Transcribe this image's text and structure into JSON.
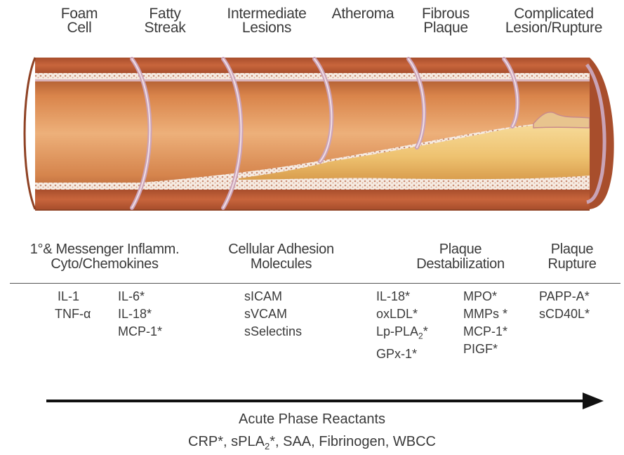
{
  "stages": [
    {
      "line1": "Foam",
      "line2": "Cell"
    },
    {
      "line1": "Fatty",
      "line2": "Streak"
    },
    {
      "line1": "Intermediate",
      "line2": "Lesions"
    },
    {
      "line1": "Atheroma",
      "line2": ""
    },
    {
      "line1": "Fibrous",
      "line2": "Plaque"
    },
    {
      "line1": "Complicated",
      "line2": "Lesion/Rupture"
    }
  ],
  "categories": {
    "messenger": {
      "line1": "1°& Messenger Inflamm.",
      "line2": "Cyto/Chemokines"
    },
    "adhesion": {
      "line1": "Cellular Adhesion",
      "line2": "Molecules"
    },
    "destabilization": {
      "line1": "Plaque",
      "line2": "Destabilization"
    },
    "rupture": {
      "line1": "Plaque",
      "line2": "Rupture"
    }
  },
  "markers": {
    "col1": [
      "IL-1",
      "TNF-α"
    ],
    "col2": [
      "IL-6*",
      "IL-18*",
      "MCP-1*"
    ],
    "col3": [
      "sICAM",
      "sVCAM",
      "sSelectins"
    ],
    "col4": {
      "il18": "IL-18*",
      "oxldl": "oxLDL*",
      "lp_pre": "Lp-PLA",
      "lp_sub": "2",
      "lp_post": "*",
      "gpx": "GPx-1*"
    },
    "col5": [
      "MPO*",
      "MMPs *",
      "MCP-1*",
      "PIGF*"
    ],
    "col6": [
      "PAPP-A*",
      "sCD40L*"
    ]
  },
  "footer": {
    "title": "Acute Phase Reactants",
    "p1": "CRP*, sPLA",
    "sub": "2",
    "p2": "*, SAA, Fibrinogen, WBCC"
  },
  "colors": {
    "wall_outer": "#c0603a",
    "lumen": "#d7864e",
    "plaque": "#f0c877",
    "intima": "#f4e6da",
    "membrane": "#c9a3b6"
  }
}
